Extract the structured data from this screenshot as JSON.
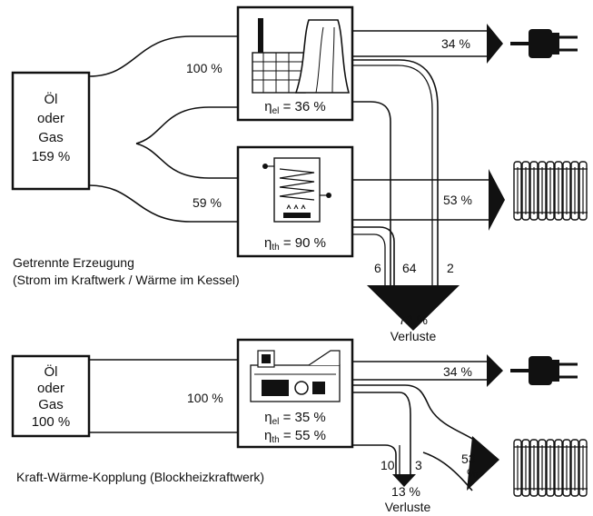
{
  "top": {
    "source": {
      "line1": "Öl",
      "line2": "oder",
      "line3": "Gas",
      "line4": "159 %"
    },
    "to_power_plant": "100 %",
    "to_boiler": "59 %",
    "power_plant": {
      "eta_symbol": "η",
      "eta_sub": "el",
      "eta_value": " = 36 %"
    },
    "boiler": {
      "eta_symbol": "η",
      "eta_sub": "th",
      "eta_value": " = 90 %"
    },
    "electricity_out": "34 %",
    "heat_out": "53 %",
    "loss_a": "6",
    "loss_b": "64",
    "loss_c": "2",
    "losses_total": "72 %",
    "losses_label": "Verluste",
    "caption_line1": "Getrennte Erzeugung",
    "caption_line2": "(Strom im Kraftwerk / Wärme im Kessel)"
  },
  "bottom": {
    "source": {
      "line1": "Öl",
      "line2": "oder",
      "line3": "Gas",
      "line4": "100 %"
    },
    "to_chp": "100 %",
    "chp": {
      "eta_symbol": "η",
      "eta_el_sub": "el",
      "eta_el_value": " = 35 %",
      "eta_th_sub": "th",
      "eta_th_value": " = 55 %"
    },
    "electricity_out": "34 %",
    "heat_out_value": "53",
    "heat_out_unit": "%",
    "loss_a": "10",
    "loss_b": "3",
    "losses_total": "13 %",
    "losses_label": "Verluste",
    "caption": "Kraft-Wärme-Kopplung (Blockheizkraftwerk)"
  },
  "icons": [
    "power-plug-icon",
    "radiator-icon",
    "power-plant-icon",
    "boiler-icon",
    "chp-engine-icon"
  ]
}
